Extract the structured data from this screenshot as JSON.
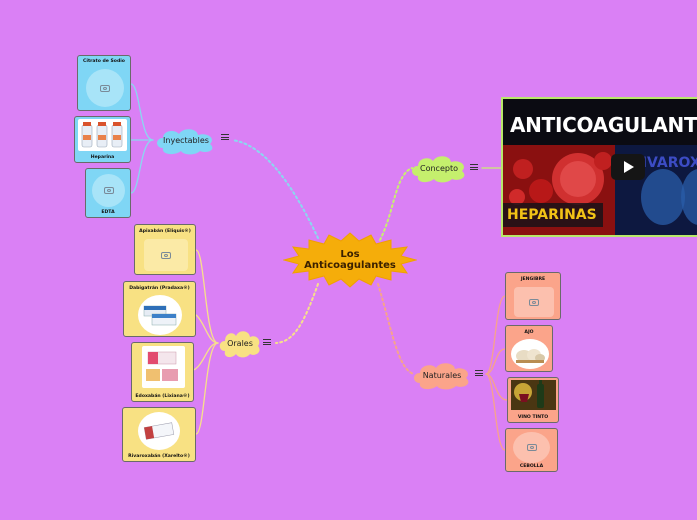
{
  "colors": {
    "background": "#da80f5",
    "center": "#f5ad0a",
    "injectables": "#7fd6f5",
    "concept": "#c5ef6d",
    "oral": "#f8e183",
    "natural": "#fba48a"
  },
  "center_topic": {
    "line1": "Los",
    "line2": "Anticoagulantes"
  },
  "branches": {
    "injectables": {
      "label": "Inyectables",
      "items": [
        {
          "caption": "Citrato de Sodio",
          "icon": "camera-icon"
        },
        {
          "caption": "Heparina",
          "icon": "heparin-vials-image"
        },
        {
          "caption": "EDTA",
          "icon": "camera-icon"
        }
      ]
    },
    "concept": {
      "label": "Concepto",
      "video": {
        "title": "ANTICOAGULANT",
        "subtitle": "HEPARINAS",
        "side_text": "RIVAROX"
      }
    },
    "oral": {
      "label": "Orales",
      "items": [
        {
          "caption": "Apixabán (Eliquis®)",
          "icon": "camera-icon"
        },
        {
          "caption": "Dabigatrán (Pradaxa®)",
          "icon": "pill-box-image"
        },
        {
          "caption": "Edoxabán (Lixiana®)",
          "icon": "pill-box-image"
        },
        {
          "caption": "Rivaroxabán (Xarelto®)",
          "icon": "pill-box-image"
        }
      ]
    },
    "natural": {
      "label": "Naturales",
      "items": [
        {
          "caption": "JENGIBRE",
          "icon": "camera-icon"
        },
        {
          "caption": "AJO",
          "icon": "garlic-image"
        },
        {
          "caption": "VINO TINTO",
          "icon": "wine-image"
        },
        {
          "caption": "CEBOLLA",
          "icon": "camera-icon"
        }
      ]
    }
  }
}
